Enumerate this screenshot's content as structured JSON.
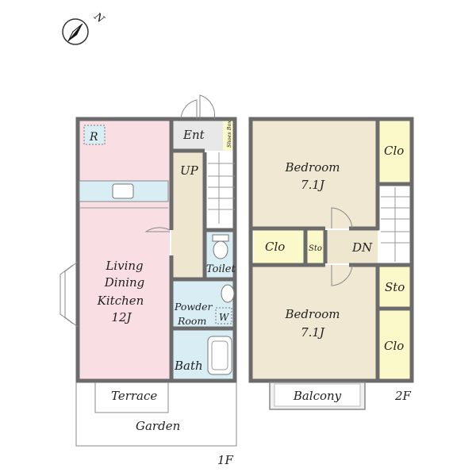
{
  "floors": {
    "first": {
      "label": "1F"
    },
    "second": {
      "label": "2F"
    }
  },
  "compass": {
    "letter": "N"
  },
  "rooms_1f": {
    "entrance": "Ent",
    "shoes_box": "Shoes Box",
    "up": "UP",
    "refrigerator": "R",
    "ldk_line1": "Living",
    "ldk_line2": "Dining",
    "ldk_line3": "Kitchen",
    "ldk_size": "12J",
    "toilet": "Toilet",
    "powder_line1": "Powder",
    "powder_line2": "Room",
    "washer": "W",
    "bath": "Bath",
    "terrace": "Terrace",
    "garden": "Garden"
  },
  "rooms_2f": {
    "bedroom_top": "Bedroom",
    "bedroom_top_size": "7.1J",
    "bedroom_bottom": "Bedroom",
    "bedroom_bottom_size": "7.1J",
    "clo_top": "Clo",
    "clo_middle": "Clo",
    "clo_bottom": "Clo",
    "sto_small": "Sto",
    "sto_right": "Sto",
    "down": "DN",
    "balcony": "Balcony"
  },
  "colors": {
    "ldk": "#f9dfe3",
    "wet": "#d9eef4",
    "bedroom": "#f1e8d3",
    "closet": "#fbf8c9",
    "hall": "#efe6cf",
    "wall": "#6b6b6b"
  }
}
